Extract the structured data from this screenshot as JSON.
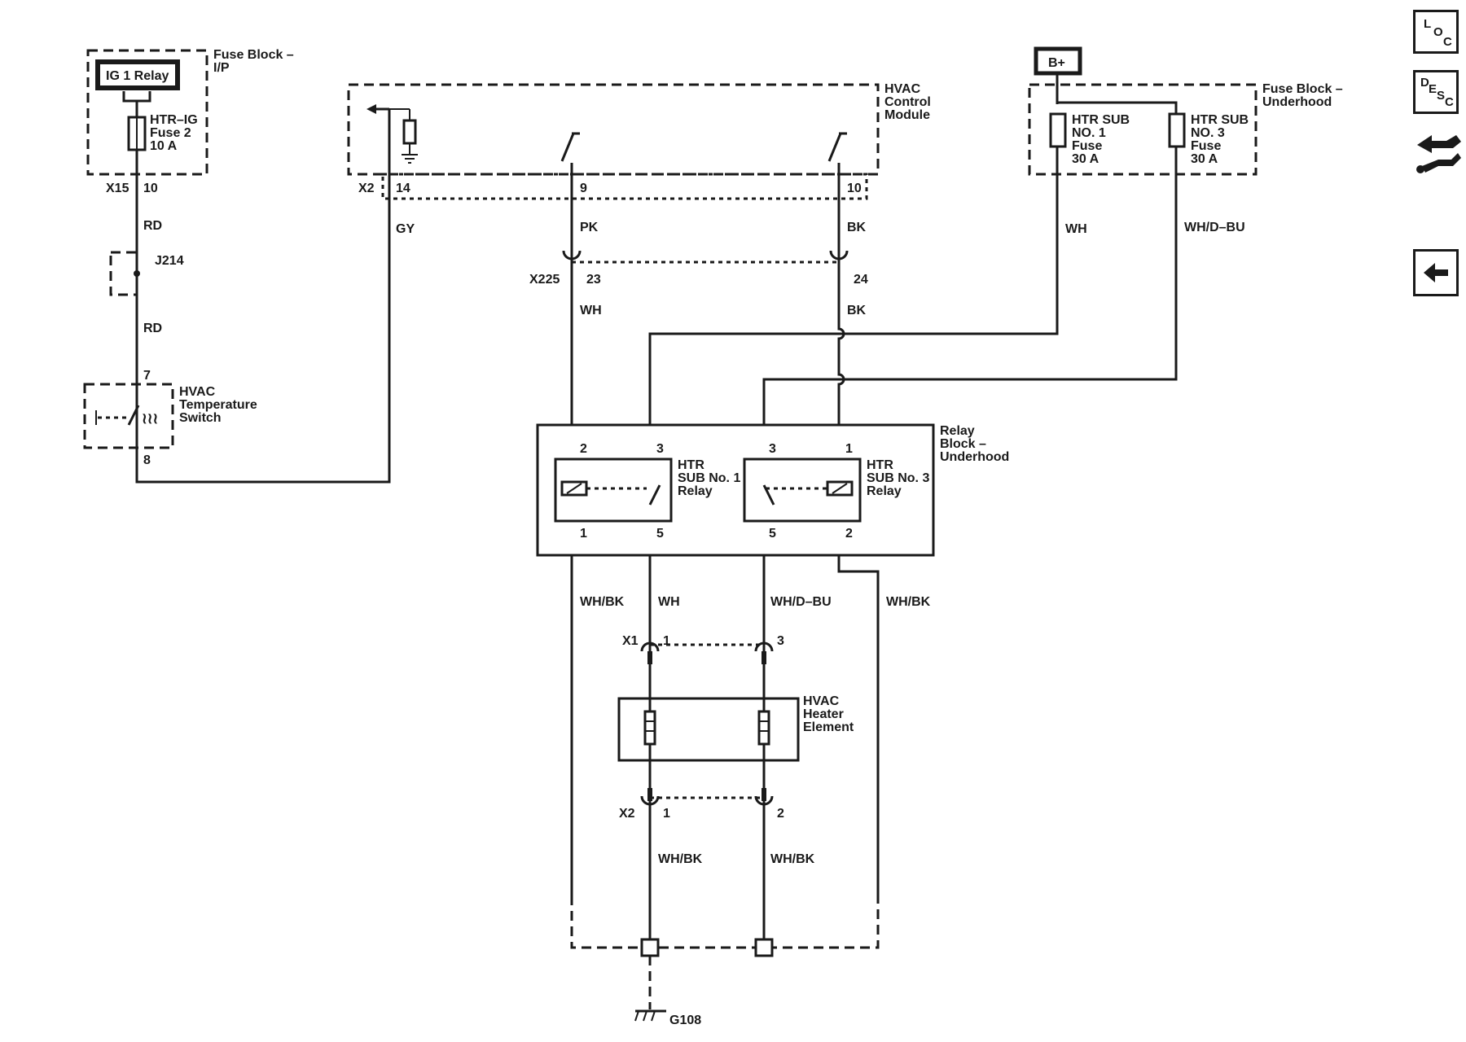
{
  "modules": {
    "fuse_block_ip": "Fuse Block –\nI/P",
    "ig1_relay": "IG 1 Relay",
    "htr_ig_fuse": "HTR–IG\nFuse 2\n10 A",
    "hvac_control_module": "HVAC\nControl\nModule",
    "b_plus": "B+",
    "fuse_block_underhood": "Fuse Block –\nUnderhood",
    "htr_sub1_fuse": "HTR SUB\nNO. 1\nFuse\n30 A",
    "htr_sub3_fuse": "HTR SUB\nNO. 3\nFuse\n30 A",
    "j214": "J214",
    "temp_switch": "HVAC\nTemperature\nSwitch",
    "relay_block": "Relay\nBlock –\nUnderhood",
    "relay1": "HTR\nSUB No. 1\nRelay",
    "relay3": "HTR\nSUB No. 3\nRelay",
    "heater_element": "HVAC\nHeater\nElement",
    "ground": "G108"
  },
  "connectors": {
    "x15": "X15",
    "x2_top": "X2",
    "x225": "X225",
    "x1": "X1",
    "x2_bottom": "X2"
  },
  "pins": {
    "x15_10": "10",
    "x2_14": "14",
    "hvac_9": "9",
    "hvac_10": "10",
    "x225_23": "23",
    "x225_24": "24",
    "sw_7": "7",
    "sw_8": "8",
    "r1_2": "2",
    "r1_3": "3",
    "r1_1": "1",
    "r1_5": "5",
    "r3_3": "3",
    "r3_1": "1",
    "r3_5": "5",
    "r3_2": "2",
    "x1_1": "1",
    "x1_3": "3",
    "x2_1": "1",
    "x2_2": "2"
  },
  "wires": {
    "rd_upper": "RD",
    "rd_lower": "RD",
    "gy": "GY",
    "pk": "PK",
    "bk_upper": "BK",
    "wh_upper": "WH",
    "bk_lower": "BK",
    "wh_fuse": "WH",
    "wh_dbu_fuse": "WH/D–BU",
    "whbk_r1": "WH/BK",
    "wh_r1": "WH",
    "wh_dbu_r3": "WH/D–BU",
    "whbk_r3": "WH/BK",
    "whbk_x2_1": "WH/BK",
    "whbk_x2_2": "WH/BK"
  },
  "nav": {
    "loc": [
      "L",
      "O",
      "C"
    ],
    "desc": [
      "D",
      "E",
      "S",
      "C"
    ],
    "back_icon": "left-arrow-icon",
    "connector_icon": "connector-tool-icon"
  }
}
